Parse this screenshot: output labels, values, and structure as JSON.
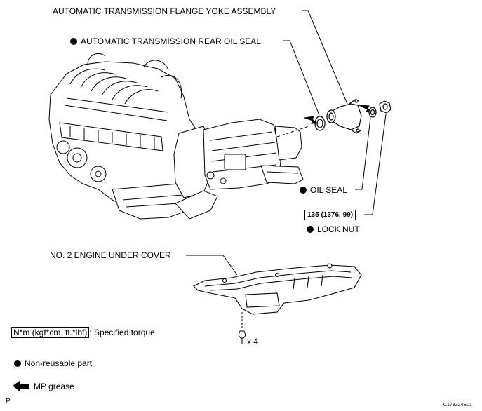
{
  "labels": {
    "flange_yoke": "AUTOMATIC TRANSMISSION FLANGE YOKE ASSEMBLY",
    "rear_oil_seal": "AUTOMATIC TRANSMISSION REAR OIL SEAL",
    "oil_seal": "OIL SEAL",
    "torque": "135 (1376, 99)",
    "lock_nut": "LOCK NUT",
    "under_cover": "NO. 2 ENGINE UNDER COVER",
    "bolt_qty": "x 4"
  },
  "legend": {
    "torque_unit": "N*m (kgf*cm, ft.*lbf)",
    "torque_desc": ": Specified torque",
    "non_reusable": "Non-reusable part",
    "mp_grease": "MP grease"
  },
  "corner": {
    "left": "P",
    "right": "C178324E01"
  }
}
